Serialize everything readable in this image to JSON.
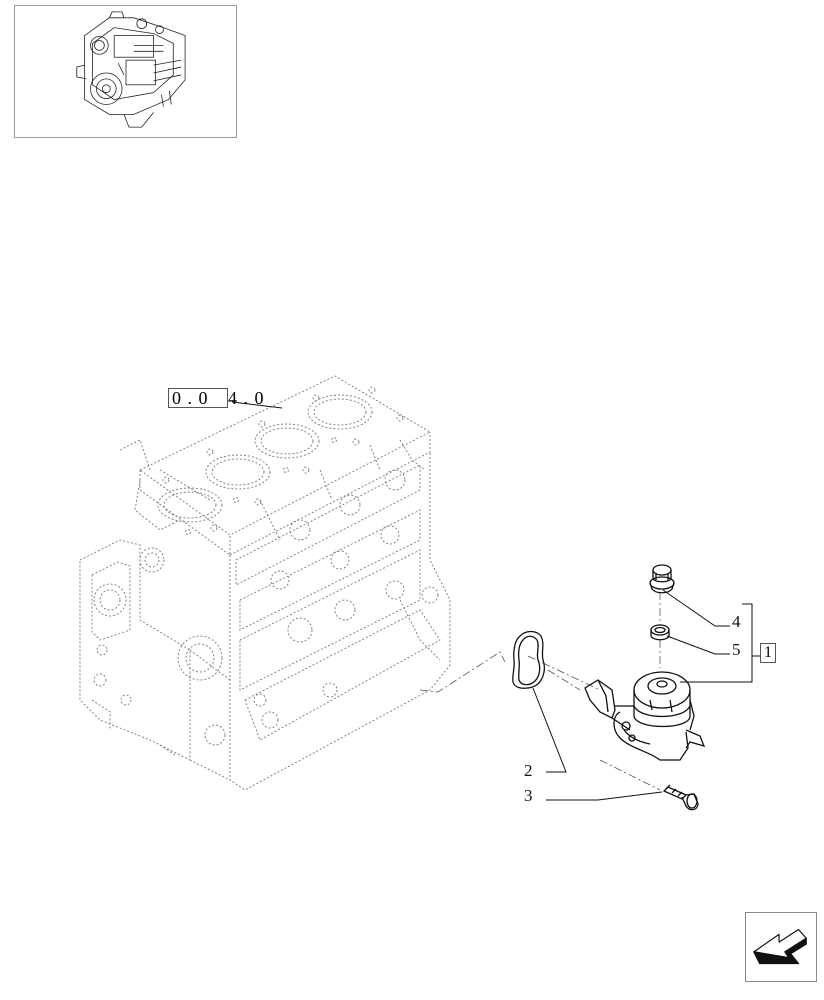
{
  "reference_group": {
    "prefix": "0 . 0",
    "suffix": "4 . 0"
  },
  "callouts": [
    {
      "id": "4",
      "label": "4"
    },
    {
      "id": "5",
      "label": "5"
    },
    {
      "id": "2",
      "label": "2"
    },
    {
      "id": "3",
      "label": "3"
    }
  ],
  "assembly_label": "1",
  "icons": {
    "thumbnail": "engine-thumbnail-icon",
    "navigation": "previous-page-arrow-icon"
  },
  "colors": {
    "line": "#111111",
    "ghost_line": "#777777"
  }
}
